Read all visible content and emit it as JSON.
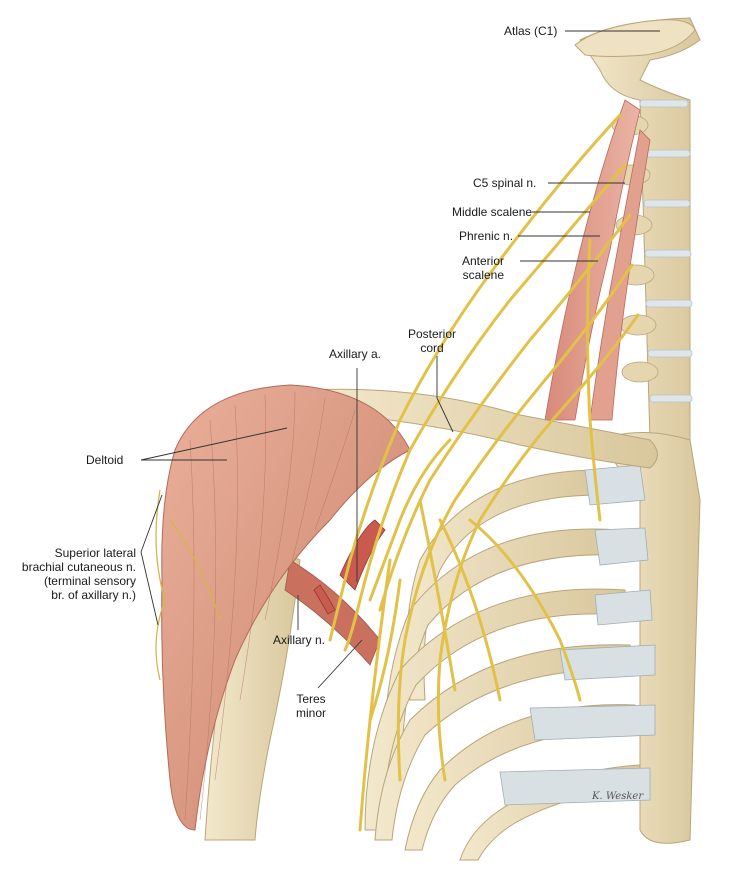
{
  "labels": {
    "atlas": "Atlas (C1)",
    "c5": "C5 spinal n.",
    "middle_scalene": "Middle scalene",
    "phrenic": "Phrenic n.",
    "anterior_scalene_1": "Anterior",
    "anterior_scalene_2": "scalene",
    "posterior_cord_1": "Posterior",
    "posterior_cord_2": "cord",
    "axillary_artery": "Axillary a.",
    "deltoid": "Deltoid",
    "superior_lateral_1": "Superior lateral",
    "superior_lateral_2": "brachial cutaneous n.",
    "superior_lateral_3": "(terminal sensory",
    "superior_lateral_4": "br. of axillary n.)",
    "axillary_nerve": "Axillary n.",
    "teres_minor_1": "Teres",
    "teres_minor_2": "minor"
  },
  "signature": "K. Wesker",
  "colors": {
    "bone": "#eadbb8",
    "bone_shadow": "#c9b78e",
    "cartilage": "#d9e0e4",
    "muscle": "#e0a088",
    "muscle_dark": "#c4745e",
    "nerve": "#e8c84a",
    "nerve_dark": "#b8952a",
    "artery": "#c95a4e"
  }
}
